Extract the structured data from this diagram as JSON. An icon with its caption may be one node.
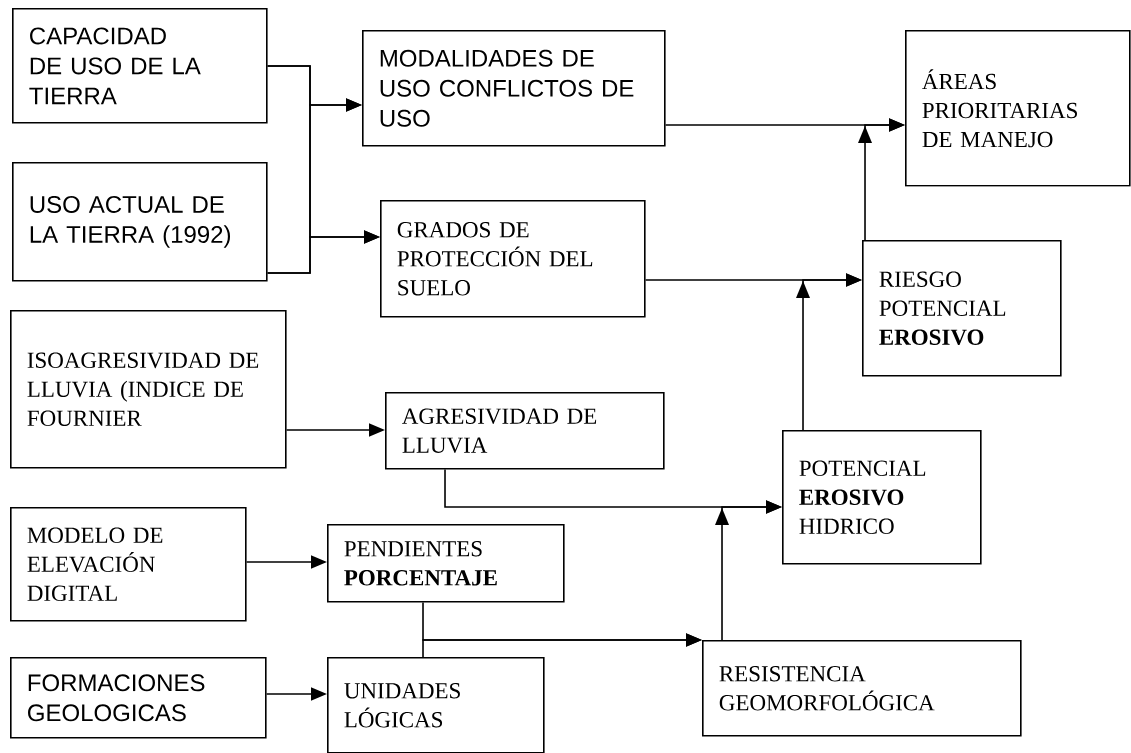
{
  "diagram": {
    "nodes": [
      {
        "text": [
          "CAPACIDAD DE USO DE LA TIERRA"
        ]
      },
      {
        "text": [
          "USO ACTUAL DE LA TIERRA (1992)"
        ]
      },
      {
        "text": [
          "ISOAGRESIVIDAD DE LLUVIA (INDICE DE FOURNIER"
        ]
      },
      {
        "text": [
          "MODELO DE ELEVACIÓN DIGITAL"
        ]
      },
      {
        "text": [
          "FORMACIONES GEOLOGICAS"
        ]
      },
      {
        "text": [
          "MODALIDADES DE USO CONFLICTOS DE USO"
        ]
      },
      {
        "text": [
          "GRADOS DE PROTECCIÓN DEL SUELO"
        ]
      },
      {
        "text": [
          "AGRESIVIDAD DE LLUVIA"
        ]
      },
      {
        "text": [
          "PENDIENTES **PORCENTAJE**"
        ]
      },
      {
        "text": [
          "UNIDADES LÓGICAS"
        ]
      },
      {
        "text": [
          "ÁREAS PRIORITARIAS DE MANEJO"
        ]
      },
      {
        "text": [
          "RIESGO POTENCIAL **EROSIVO**"
        ]
      },
      {
        "text": [
          "POTENCIAL **EROSIVO** HIDRICO"
        ]
      },
      {
        "text": [
          "RESISTENCIA GEOMORFOLÓGICA"
        ]
      }
    ],
    "edges": [
      {
        "from": 0,
        "to": 5,
        "arrow": "to"
      },
      {
        "from": 1,
        "to": 5,
        "arrow": "to"
      },
      {
        "from": 0,
        "to": 6,
        "arrow": "to"
      },
      {
        "from": 1,
        "to": 6,
        "arrow": "to"
      },
      {
        "from": 2,
        "to": 7,
        "arrow": "to"
      },
      {
        "from": 3,
        "to": 8,
        "arrow": "to"
      },
      {
        "from": 4,
        "to": 9,
        "arrow": "to"
      },
      {
        "from": 5,
        "to": 10,
        "arrow": "to"
      },
      {
        "from": 11,
        "to": 10,
        "arrow": "to"
      },
      {
        "from": 6,
        "to": 11,
        "arrow": "to"
      },
      {
        "from": 12,
        "to": 11,
        "arrow": "to"
      },
      {
        "from": 7,
        "to": 12,
        "arrow": "to"
      },
      {
        "from": 13,
        "to": 12,
        "arrow": "to"
      },
      {
        "from": 8,
        "to": 13,
        "arrow": "to"
      },
      {
        "from": 9,
        "to": 13,
        "arrow": "to"
      }
    ]
  }
}
